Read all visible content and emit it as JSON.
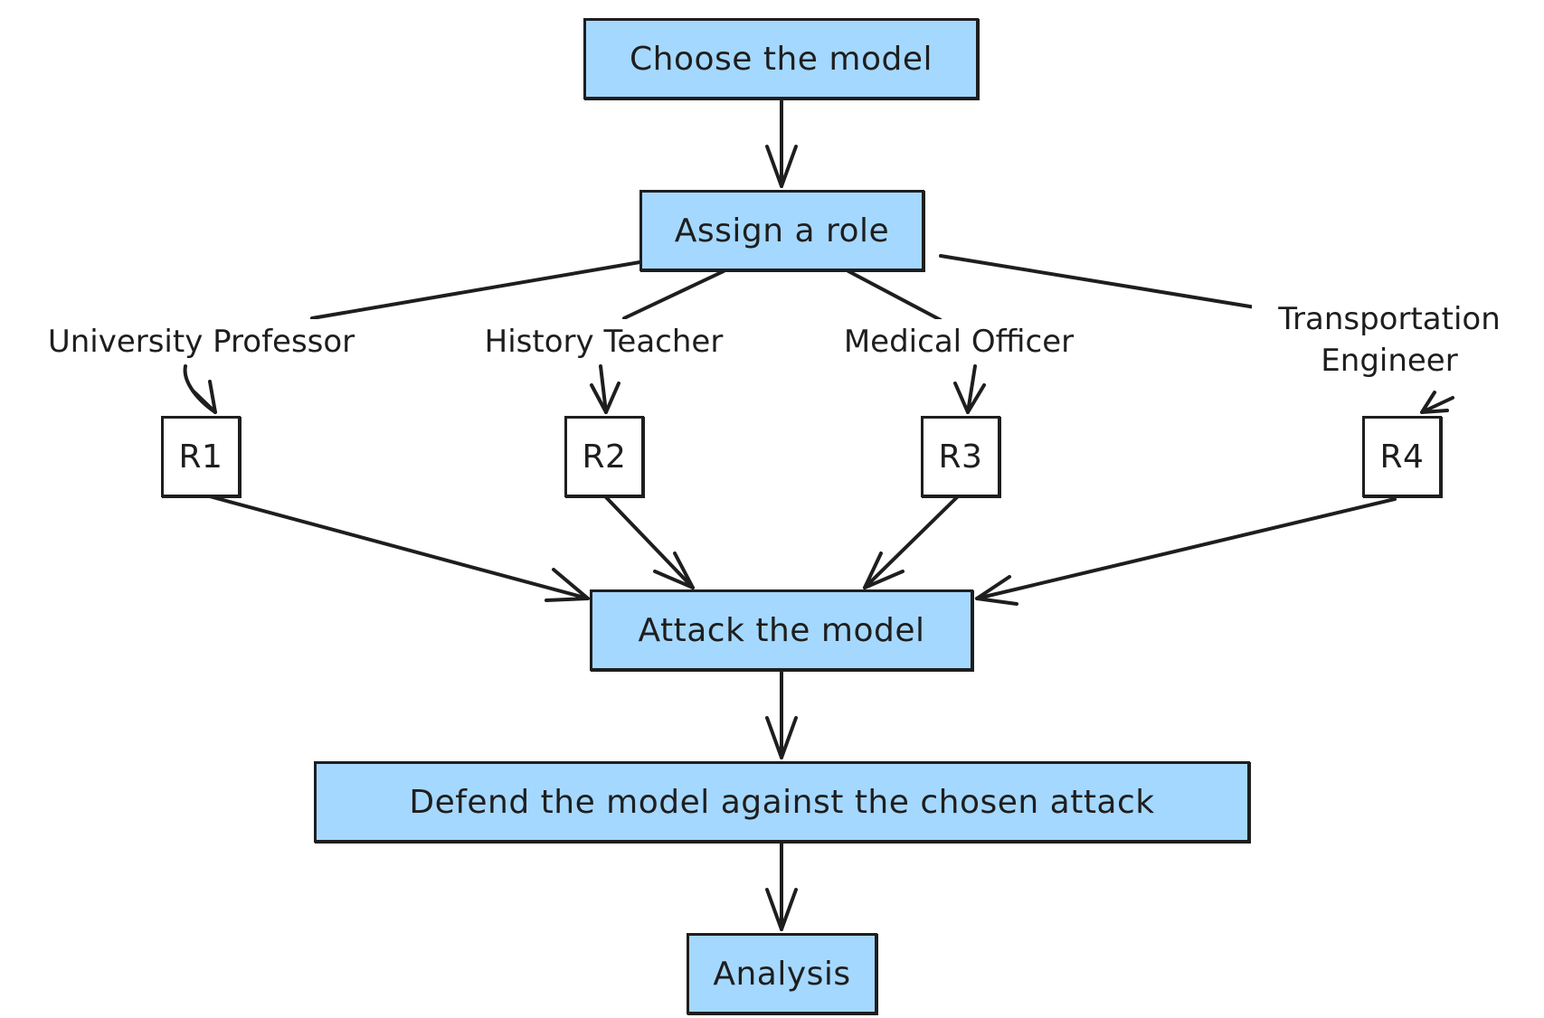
{
  "colors": {
    "node_fill": "#a5d8ff",
    "stroke": "#1e1e1e",
    "background": "#ffffff"
  },
  "nodes": {
    "choose": "Choose the model",
    "assign": "Assign a role",
    "r1": "R1",
    "r2": "R2",
    "r3": "R3",
    "r4": "R4",
    "attack": "Attack the model",
    "defend": "Defend the model against the chosen attack",
    "analysis": "Analysis"
  },
  "edge_labels": {
    "professor": "University Professor",
    "teacher": "History Teacher",
    "officer": "Medical Officer",
    "engineer_line1": "Transportation",
    "engineer_line2": "Engineer"
  }
}
